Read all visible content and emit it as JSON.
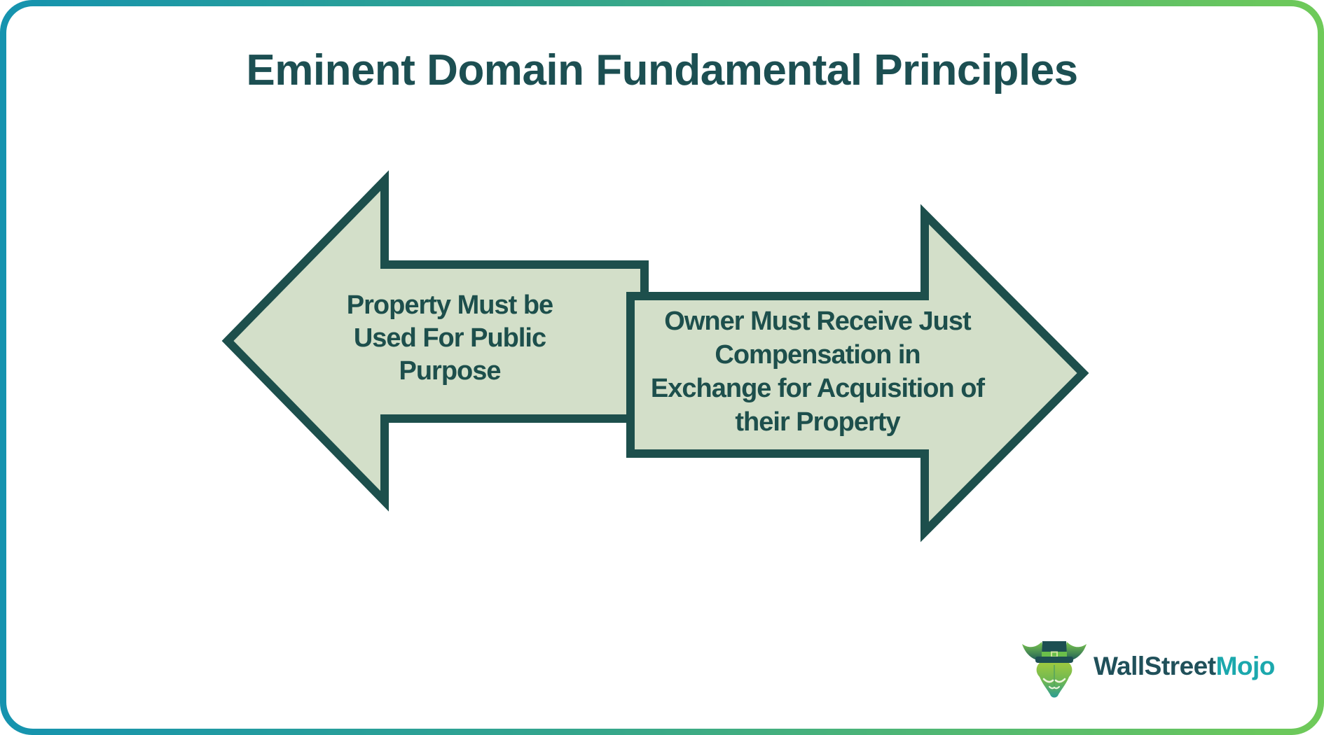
{
  "header": {
    "title": "Eminent Domain Fundamental Principles"
  },
  "diagram": {
    "left_arrow": {
      "direction": "left",
      "lines": [
        "Property Must be",
        "Used For Public",
        "Purpose"
      ]
    },
    "right_arrow": {
      "direction": "right",
      "lines": [
        "Owner Must Receive Just",
        "Compensation in",
        "Exchange for Acquisition of",
        "their Property"
      ]
    }
  },
  "branding": {
    "logo_text_primary": "WallStreet",
    "logo_text_accent": "Mojo",
    "logo_icon": "bull-mascot-icon"
  },
  "colors": {
    "frame_gradient_start": "#1593af",
    "frame_gradient_end": "#6fca59",
    "arrow_fill": "#d3dfc9",
    "arrow_stroke": "#1d4f4c",
    "title_text": "#1c4f52",
    "arrow_text": "#1d4f4c",
    "logo_primary": "#20505a",
    "logo_accent": "#1ba8ad"
  }
}
